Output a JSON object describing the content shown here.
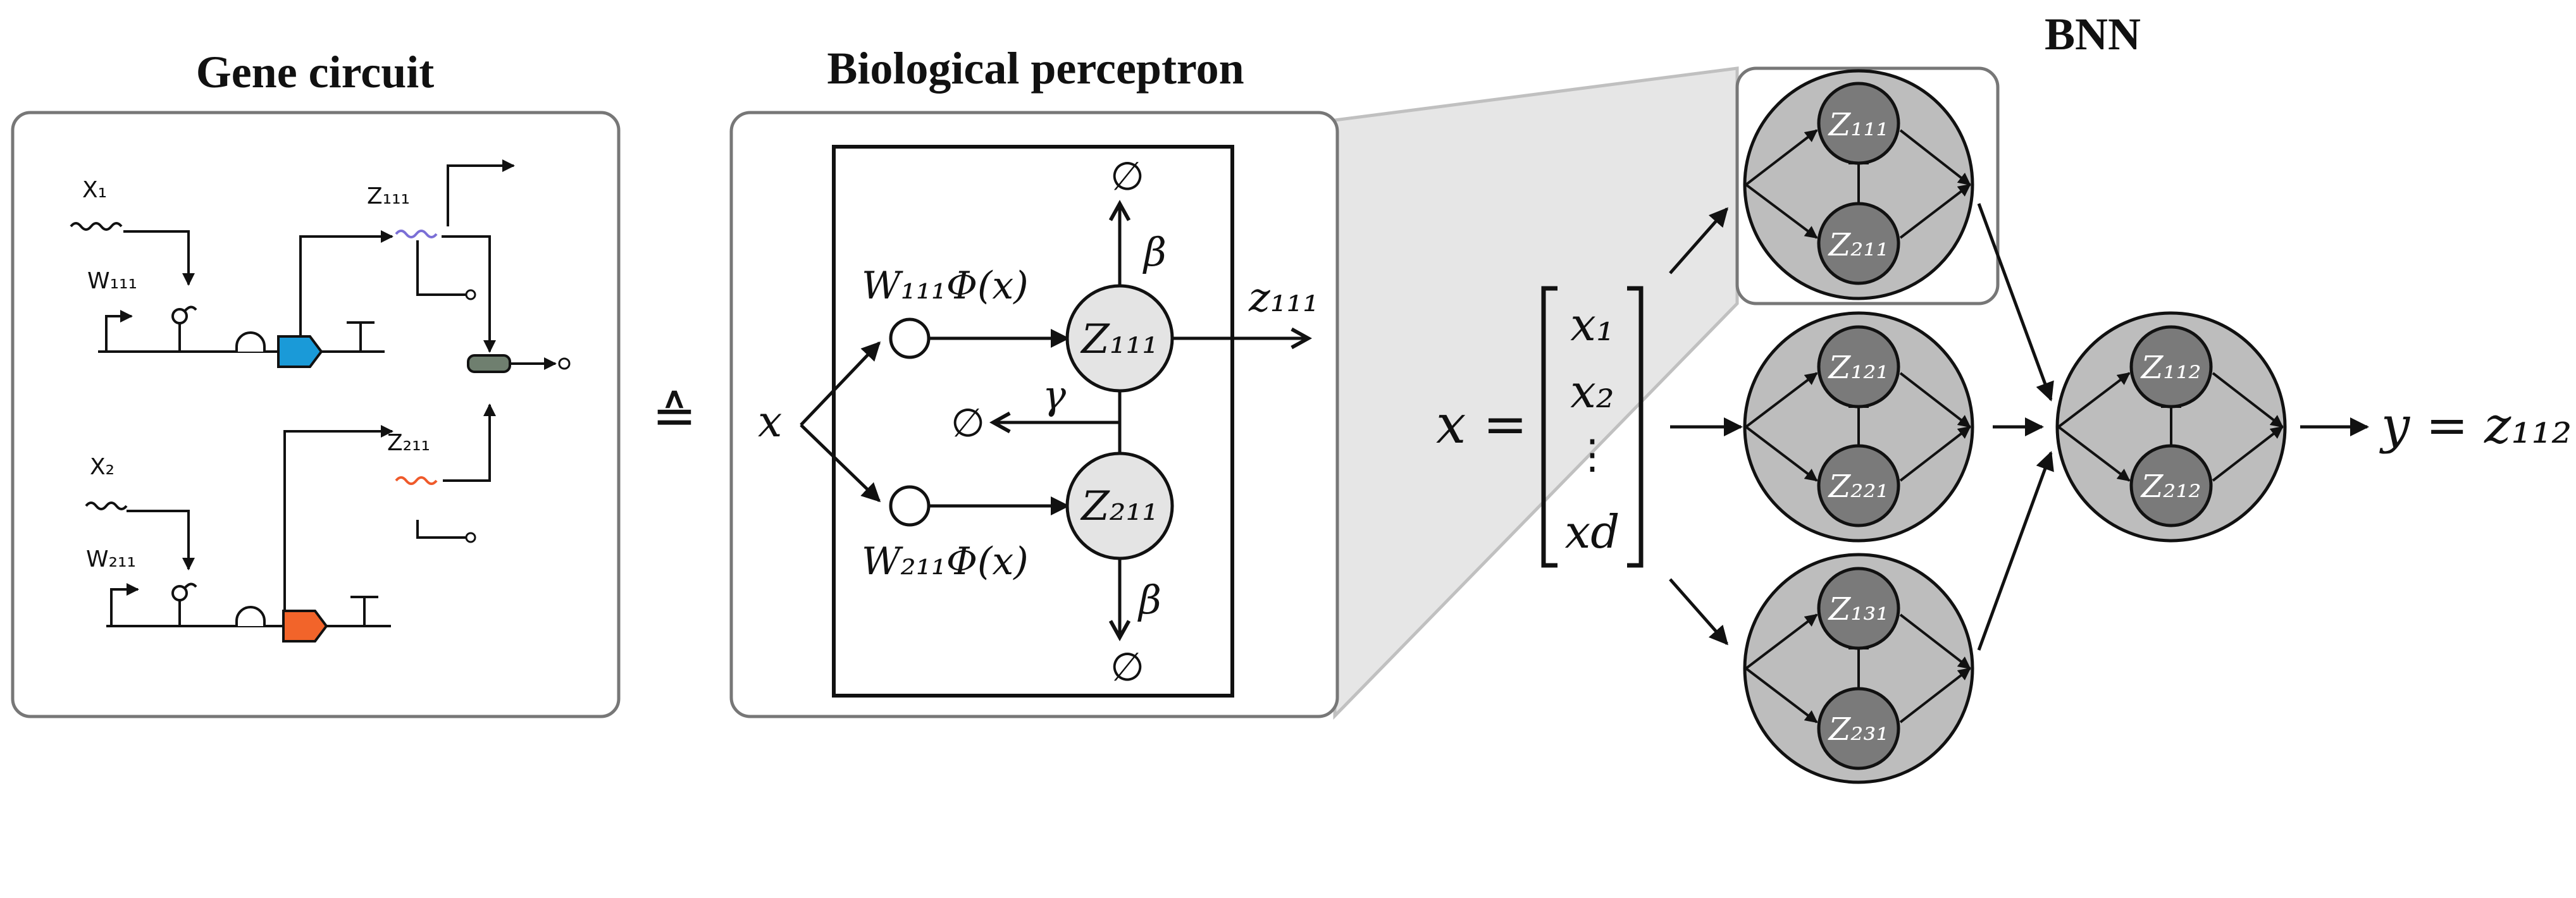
{
  "titles": {
    "gene_circuit": "Gene circuit",
    "perceptron": "Biological perceptron",
    "bnn": "BNN"
  },
  "gene_circuit": {
    "input1": "X₁",
    "input2": "X₂",
    "weight1": "W₁₁₁",
    "weight2": "W₂₁₁",
    "out1": "Z₁₁₁",
    "out2": "Z₂₁₁",
    "colors": {
      "cds1": "#1a9ad8",
      "cds2": "#f2642a",
      "mrna1": "#7b6fd6",
      "mrna2": "#ef5a2b",
      "product": "#6f7f6f"
    }
  },
  "equiv_symbol": "≙",
  "perceptron": {
    "input": "x",
    "w1_label": "W₁₁₁Φ(x)",
    "w2_label": "W₂₁₁Φ(x)",
    "node1": "Z₁₁₁",
    "node2": "Z₂₁₁",
    "output": "z₁₁₁",
    "beta_top": "β",
    "beta_bottom": "β",
    "gamma": "γ",
    "empty_top": "∅",
    "empty_mid": "∅",
    "empty_bottom": "∅"
  },
  "bnn": {
    "input_lhs": "x =",
    "vector": [
      "x₁",
      "x₂",
      "⋮",
      "xd"
    ],
    "units": [
      {
        "top": "Z₁₁₁",
        "bottom": "Z₂₁₁"
      },
      {
        "top": "Z₁₂₁",
        "bottom": "Z₂₂₁"
      },
      {
        "top": "Z₁₃₁",
        "bottom": "Z₂₃₁"
      },
      {
        "top": "Z₁₁₂",
        "bottom": "Z₂₁₂"
      }
    ],
    "output": "y = z₁₁₂"
  }
}
